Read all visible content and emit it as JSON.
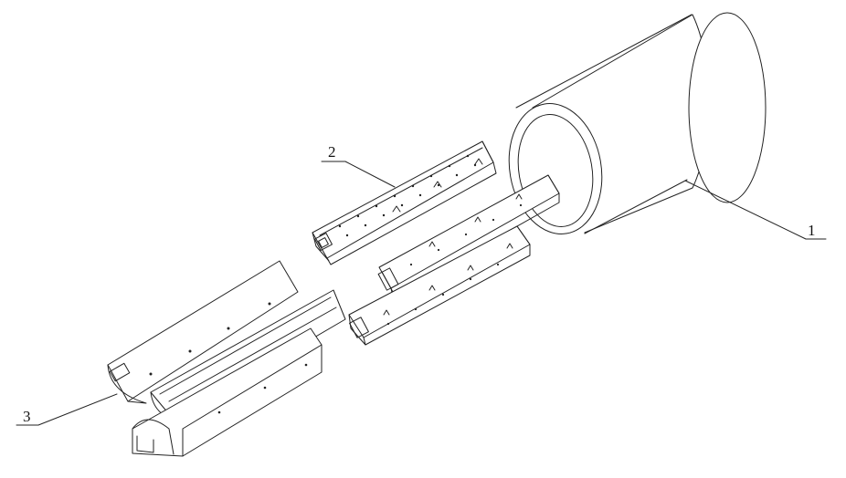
{
  "labels": [
    {
      "id": "1",
      "text": "1"
    },
    {
      "id": "2",
      "text": "2"
    },
    {
      "id": "3",
      "text": "3"
    }
  ],
  "colors": {
    "line": "#222222",
    "background": "#ffffff"
  }
}
